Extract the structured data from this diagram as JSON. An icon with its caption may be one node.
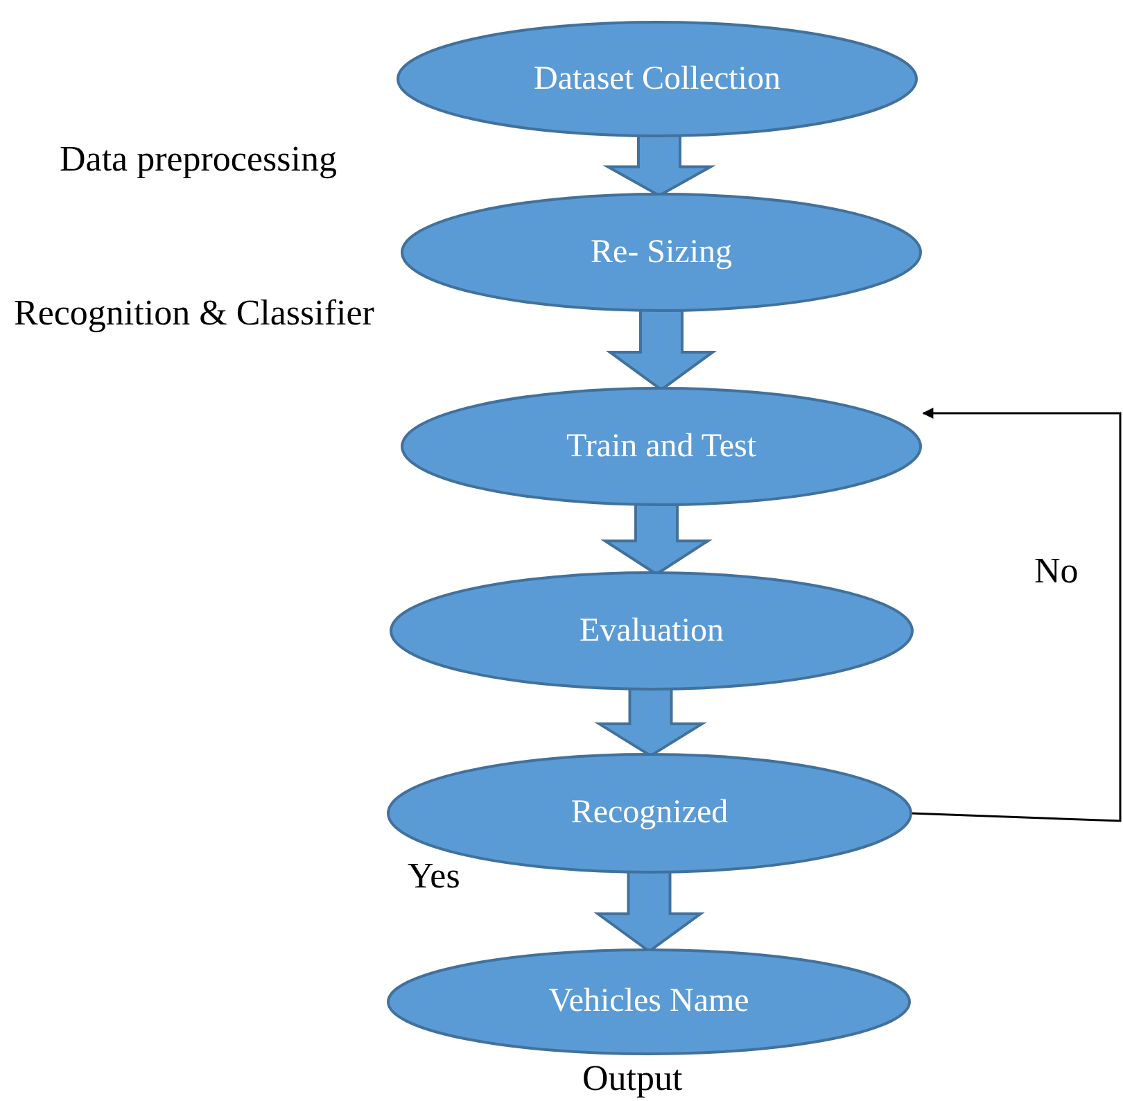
{
  "diagram": {
    "nodes": [
      {
        "text": [
          "Dataset Collection"
        ]
      },
      {
        "text": [
          "Re- Sizing"
        ]
      },
      {
        "text": [
          "Train and Test"
        ]
      },
      {
        "text": [
          "Evaluation"
        ]
      },
      {
        "text": [
          "Recognized"
        ]
      },
      {
        "text": [
          "Vehicles Name"
        ],
        "beside": [
          "Output"
        ]
      }
    ],
    "edges": [
      {
        "from": 0,
        "to": 1,
        "arrow": "to",
        "style": "thick"
      },
      {
        "from": 1,
        "to": 2,
        "arrow": "to",
        "style": "thick"
      },
      {
        "from": 2,
        "to": 3,
        "arrow": "to",
        "style": "thick"
      },
      {
        "from": 3,
        "to": 4,
        "arrow": "to",
        "style": "thick"
      },
      {
        "from": 4,
        "to": 5,
        "arrow": "to",
        "style": "thick"
      },
      {
        "from": 4,
        "to": 2,
        "arrow": "to",
        "label": "No"
      }
    ],
    "labels": [
      "Data preprocessing",
      "Recognition & Classifier",
      "Yes"
    ]
  }
}
